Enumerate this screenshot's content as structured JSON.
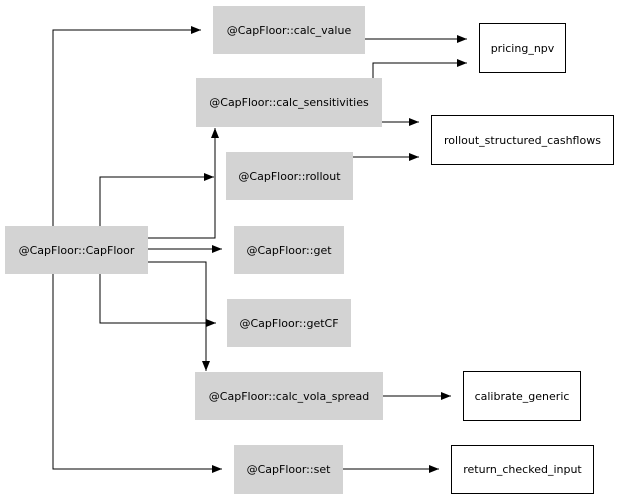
{
  "nodes": {
    "capfloor": "@CapFloor::CapFloor",
    "calc_value": "@CapFloor::calc_value",
    "calc_sensitivities": "@CapFloor::calc_sensitivities",
    "rollout": "@CapFloor::rollout",
    "get": "@CapFloor::get",
    "getcf": "@CapFloor::getCF",
    "calc_vola_spread": "@CapFloor::calc_vola_spread",
    "set": "@CapFloor::set",
    "pricing_npv": "pricing_npv",
    "rollout_structured_cashflows": "rollout_structured_cashflows",
    "calibrate_generic": "calibrate_generic",
    "return_checked_input": "return_checked_input"
  },
  "edges": [
    {
      "from": "capfloor",
      "to": "calc_value"
    },
    {
      "from": "capfloor",
      "to": "calc_sensitivities"
    },
    {
      "from": "capfloor",
      "to": "rollout"
    },
    {
      "from": "capfloor",
      "to": "get"
    },
    {
      "from": "capfloor",
      "to": "getcf"
    },
    {
      "from": "capfloor",
      "to": "calc_vola_spread"
    },
    {
      "from": "capfloor",
      "to": "set"
    },
    {
      "from": "calc_value",
      "to": "pricing_npv"
    },
    {
      "from": "calc_sensitivities",
      "to": "pricing_npv"
    },
    {
      "from": "calc_sensitivities",
      "to": "rollout_structured_cashflows"
    },
    {
      "from": "rollout",
      "to": "rollout_structured_cashflows"
    },
    {
      "from": "calc_vola_spread",
      "to": "calibrate_generic"
    },
    {
      "from": "set",
      "to": "return_checked_input"
    }
  ],
  "colors": {
    "method_fill": "#d3d3d3",
    "external_fill": "#ffffff",
    "border": "#000000",
    "edge": "#000000"
  }
}
